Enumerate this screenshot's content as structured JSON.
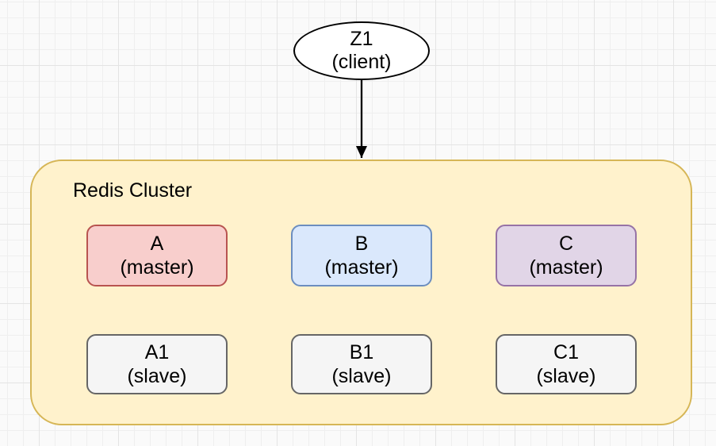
{
  "client_node": {
    "line1": "Z1",
    "line2": "(client)",
    "fill": "#ffffff",
    "stroke": "#000000"
  },
  "cluster": {
    "label": "Redis Cluster",
    "fill": "#fff2cc",
    "stroke": "#d6b656",
    "masters": [
      {
        "line1": "A",
        "line2": "(master)",
        "fill": "#f8cecc",
        "stroke": "#b85450"
      },
      {
        "line1": "B",
        "line2": "(master)",
        "fill": "#dae8fc",
        "stroke": "#6c8ebf"
      },
      {
        "line1": "C",
        "line2": "(master)",
        "fill": "#e1d5e7",
        "stroke": "#9673a6"
      }
    ],
    "slaves": [
      {
        "line1": "A1",
        "line2": "(slave)",
        "fill": "#f5f5f5",
        "stroke": "#666666"
      },
      {
        "line1": "B1",
        "line2": "(slave)",
        "fill": "#f5f5f5",
        "stroke": "#666666"
      },
      {
        "line1": "C1",
        "line2": "(slave)",
        "fill": "#f5f5f5",
        "stroke": "#666666"
      }
    ]
  },
  "edges": [
    {
      "from": "Z1",
      "to": "Redis Cluster"
    },
    {
      "from": "A",
      "to": "A1"
    },
    {
      "from": "B",
      "to": "B1"
    },
    {
      "from": "C",
      "to": "C1"
    }
  ],
  "colors": {
    "arrow": "#000000",
    "background": "#fafafa",
    "grid_minor": "#efefef",
    "grid_major": "#e4e4e4",
    "text": "#000000"
  }
}
